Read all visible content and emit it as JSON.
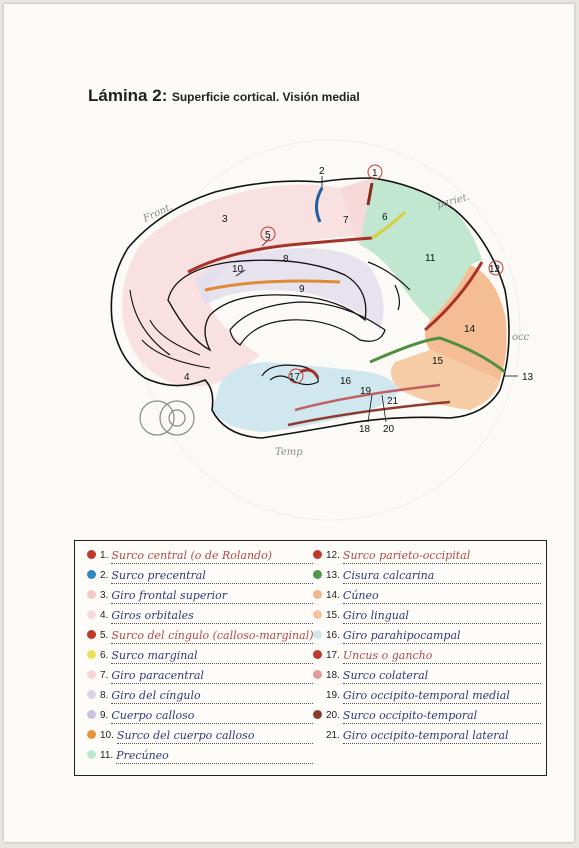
{
  "title": {
    "main": "Lámina 2:",
    "subtitle": "Superficie cortical. Visión medial"
  },
  "diagram": {
    "handwritten_labels": {
      "front": "Front.",
      "pariet": "pariet.",
      "occ": "occ",
      "temp": "Temp"
    },
    "numbers": [
      "1",
      "2",
      "3",
      "4",
      "5",
      "6",
      "7",
      "8",
      "9",
      "10",
      "11",
      "12",
      "13",
      "14",
      "15",
      "16",
      "17",
      "18",
      "19",
      "20",
      "21"
    ]
  },
  "legend": {
    "left": [
      {
        "num": "1.",
        "text": "Surco central (o de Rolando)",
        "dot": "#c0392b",
        "ink": "red"
      },
      {
        "num": "2.",
        "text": "Surco precentral",
        "dot": "#2e86c1",
        "ink": "blue"
      },
      {
        "num": "3.",
        "text": "Giro frontal superior",
        "dot": "#f2c9c9",
        "ink": "blue"
      },
      {
        "num": "4.",
        "text": "Giros orbitales",
        "dot": "#f7dada",
        "ink": "blue"
      },
      {
        "num": "5.",
        "text": "Surco del cíngulo (calloso-marginal)",
        "dot": "#c0392b",
        "ink": "red"
      },
      {
        "num": "6.",
        "text": "Surco marginal",
        "dot": "#e8e25a",
        "ink": "blue"
      },
      {
        "num": "7.",
        "text": "Giro paracentral",
        "dot": "#f5d5d5",
        "ink": "blue"
      },
      {
        "num": "8.",
        "text": "Giro del cíngulo",
        "dot": "#d8d5e6",
        "ink": "blue"
      },
      {
        "num": "9.",
        "text": "Cuerpo calloso",
        "dot": "#c8c4dc",
        "ink": "blue"
      },
      {
        "num": "10.",
        "text": "Surco del cuerpo calloso",
        "dot": "#e8953a",
        "ink": "blue"
      },
      {
        "num": "11.",
        "text": "Precúneo",
        "dot": "#bfe6cf",
        "ink": "blue"
      }
    ],
    "right": [
      {
        "num": "12.",
        "text": "Surco parieto-occipital",
        "dot": "#c0392b",
        "ink": "red"
      },
      {
        "num": "13.",
        "text": "Cisura calcarina",
        "dot": "#4f9a4a",
        "ink": "blue"
      },
      {
        "num": "14.",
        "text": "Cúneo",
        "dot": "#f3b58a",
        "ink": "blue"
      },
      {
        "num": "15.",
        "text": "Giro lingual",
        "dot": "#f5c49c",
        "ink": "blue"
      },
      {
        "num": "16.",
        "text": "Giro parahipocampal",
        "dot": "#cfe6ef",
        "ink": "blue"
      },
      {
        "num": "17.",
        "text": "Uncus o gancho",
        "dot": "#c0392b",
        "ink": "red"
      },
      {
        "num": "18.",
        "text": "Surco colateral",
        "dot": "#e39a9a",
        "ink": "blue"
      },
      {
        "num": "19.",
        "text": "Giro occipito-temporal medial",
        "dot": "",
        "ink": "blue"
      },
      {
        "num": "20.",
        "text": "Surco occipito-temporal",
        "dot": "#8e3b2e",
        "ink": "blue"
      },
      {
        "num": "21.",
        "text": "Giro occipito-temporal lateral",
        "dot": "",
        "ink": "blue"
      }
    ]
  }
}
